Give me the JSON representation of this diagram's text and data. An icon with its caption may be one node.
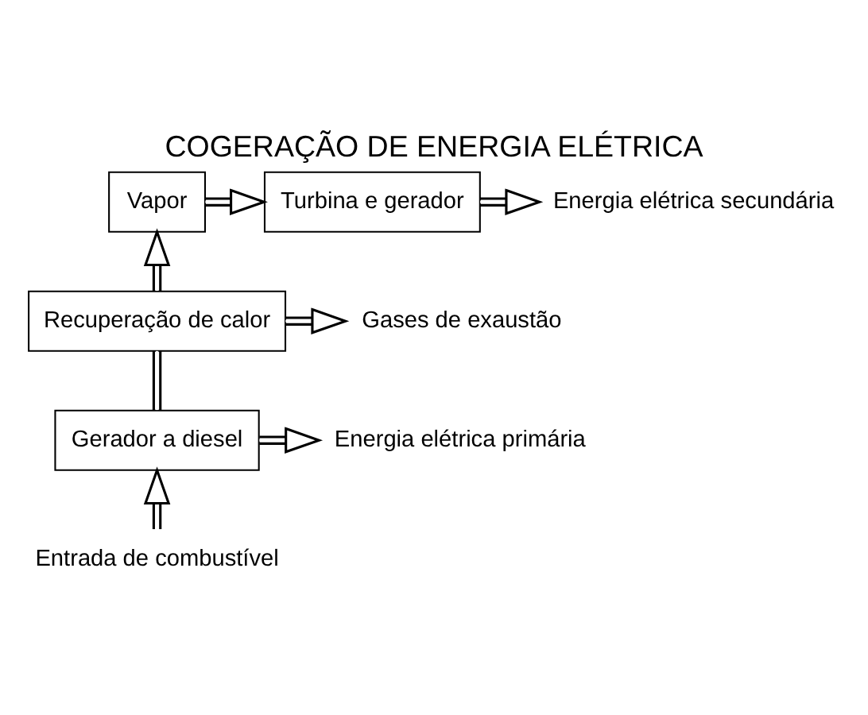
{
  "diagram": {
    "title": "COGERAÇÃO DE ENERGIA ELÉTRICA",
    "nodes": [
      {
        "text": [
          "Turbina e gerador"
        ]
      },
      {
        "text": [
          "Vapor"
        ]
      },
      {
        "text": [
          "Recuperação de calor"
        ]
      },
      {
        "text": [
          "Gerador a diesel"
        ]
      },
      {
        "text": [
          "Energia elétrica secundária"
        ]
      },
      {
        "text": [
          "Gases de exaustão"
        ]
      },
      {
        "text": [
          "Energia elétrica primária"
        ]
      },
      {
        "text": [
          "Entrada de combustível"
        ]
      }
    ],
    "edges": [
      {
        "from": 7,
        "to": 3,
        "arrow": "to"
      },
      {
        "from": 3,
        "to": 6,
        "arrow": "to"
      },
      {
        "from": 3,
        "to": 2,
        "arrow": "none"
      },
      {
        "from": 2,
        "to": 1,
        "arrow": "to"
      },
      {
        "from": 1,
        "to": 0,
        "arrow": "to"
      },
      {
        "from": 0,
        "to": 4,
        "arrow": "to"
      },
      {
        "from": 2,
        "to": 5,
        "arrow": "to"
      }
    ]
  }
}
